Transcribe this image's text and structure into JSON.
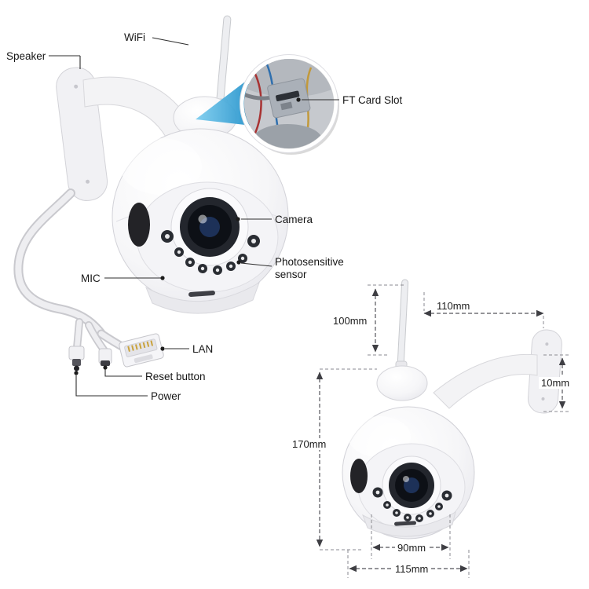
{
  "callouts": {
    "speaker": "Speaker",
    "wifi": "WiFi",
    "ft_card_slot": "FT Card Slot",
    "camera": "Camera",
    "photosensitive_sensor": "Photosensitive sensor",
    "mic": "MIC",
    "lan": "LAN",
    "reset_button": "Reset button",
    "power": "Power"
  },
  "dimensions": {
    "antenna_height": "100mm",
    "top_width": "110mm",
    "plate_height": "10mm",
    "body_height": "170mm",
    "base_width": "90mm",
    "overall_width": "115mm"
  },
  "colors": {
    "background": "#ffffff",
    "accent_blue": "#2aa3dc",
    "callout_line": "#2d2d2d",
    "dimension_line": "#55555a",
    "text": "#161616",
    "camera_body": "#f4f4f7",
    "lens_dark": "#0d1016"
  }
}
